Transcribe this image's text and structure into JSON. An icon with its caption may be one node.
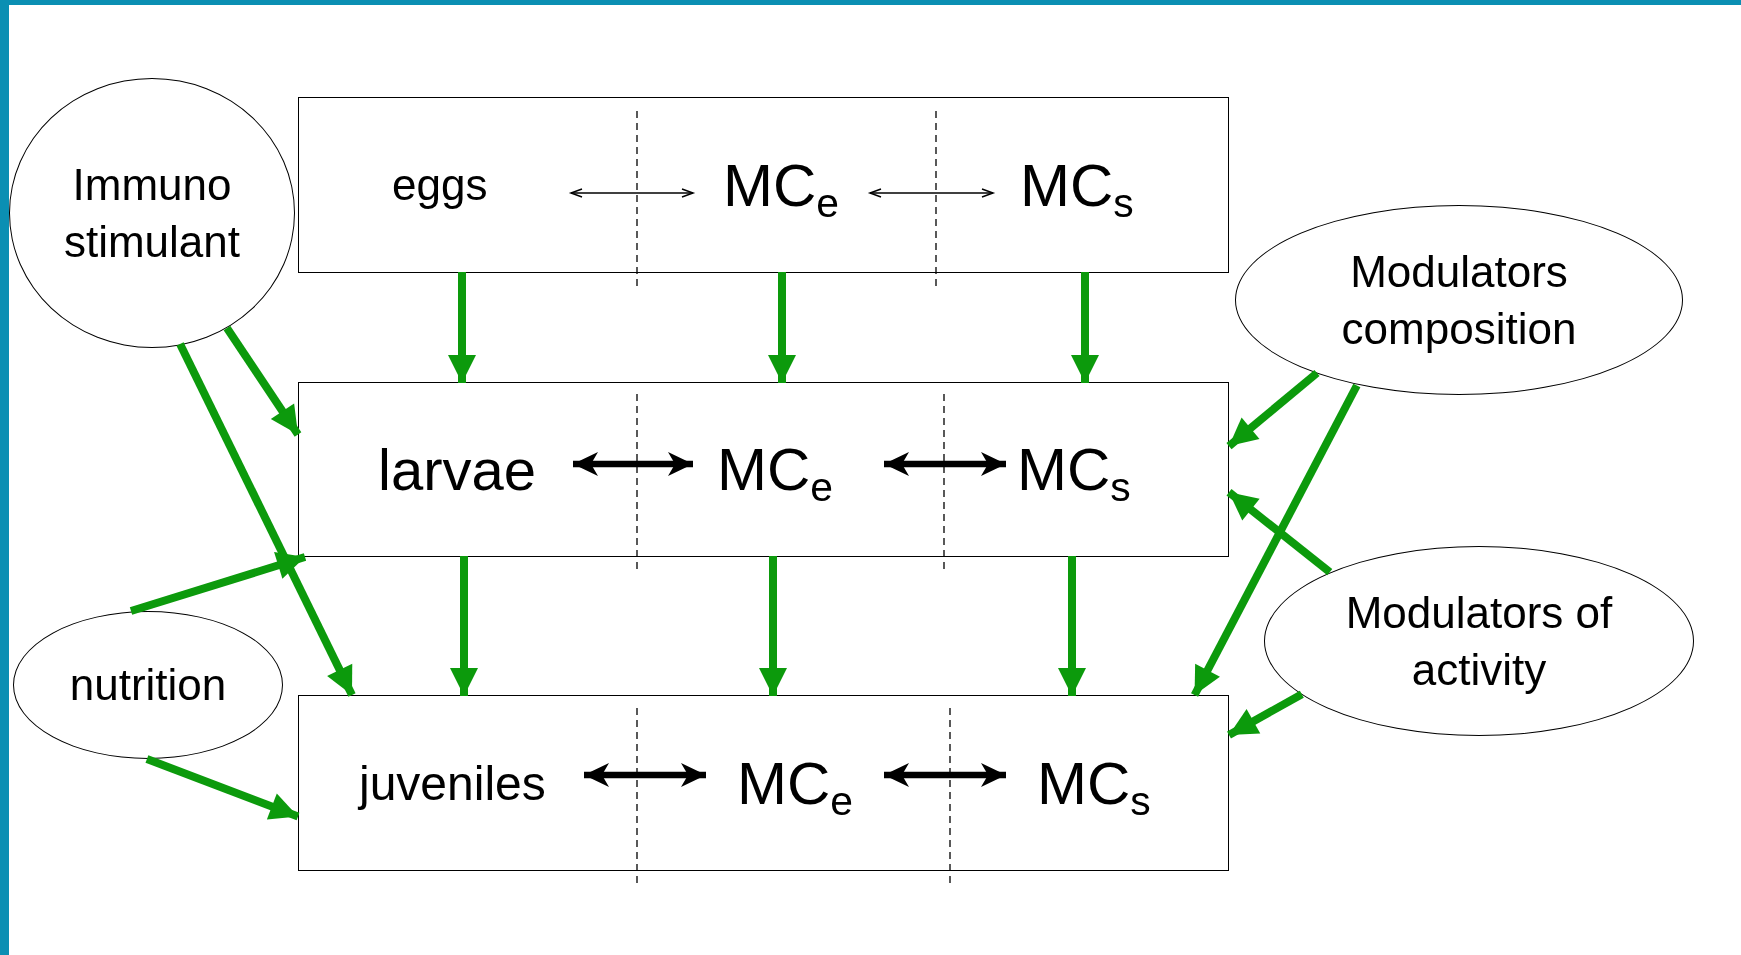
{
  "diagram": {
    "nodes": [
      {
        "text": [
          "Immuno stimulant"
        ]
      },
      {
        "text": [],
        "shape": "box"
      },
      {
        "text": [
          "eggs"
        ],
        "in": 1
      },
      {
        "text": [
          "MC$_{e}$"
        ],
        "in": 1
      },
      {
        "text": [
          "MC$_{s}$"
        ],
        "in": 1
      },
      {
        "text": [
          "Modulators composition"
        ]
      },
      {
        "text": [],
        "shape": "box"
      },
      {
        "text": [
          "larvae"
        ],
        "in": 6
      },
      {
        "text": [
          "MC$_{e}$"
        ],
        "in": 6
      },
      {
        "text": [
          "MC$_{s}$"
        ],
        "in": 6
      },
      {
        "text": [
          "Modulators of activity"
        ]
      },
      {
        "text": [
          "nutrition"
        ]
      },
      {
        "text": [],
        "shape": "box"
      },
      {
        "text": [
          "juveniles"
        ],
        "in": 12
      },
      {
        "text": [
          "MC$_{e}$"
        ],
        "in": 12
      },
      {
        "text": [
          "MC$_{s}$"
        ],
        "in": 12
      }
    ],
    "edges": [
      {
        "from": 2,
        "to": 3,
        "arrow": "both",
        "color": "#000000"
      },
      {
        "from": 3,
        "to": 4,
        "arrow": "both",
        "color": "#000000"
      },
      {
        "from": 2,
        "to": 7,
        "arrow": "to"
      },
      {
        "from": 3,
        "to": 8,
        "arrow": "to"
      },
      {
        "from": 4,
        "to": 9,
        "arrow": "to"
      },
      {
        "from": 7,
        "to": 8,
        "arrow": "both",
        "color": "#000000"
      },
      {
        "from": 8,
        "to": 9,
        "arrow": "both",
        "color": "#000000"
      },
      {
        "from": 7,
        "to": 13,
        "arrow": "to"
      },
      {
        "from": 8,
        "to": 14,
        "arrow": "to"
      },
      {
        "from": 9,
        "to": 15,
        "arrow": "to"
      },
      {
        "from": 13,
        "to": 14,
        "arrow": "both",
        "color": "#000000"
      },
      {
        "from": 14,
        "to": 15,
        "arrow": "both",
        "color": "#000000"
      },
      {
        "from": 0,
        "to": 6,
        "arrow": "to"
      },
      {
        "from": 0,
        "to": 12,
        "arrow": "to"
      },
      {
        "from": 11,
        "to": 6,
        "arrow": "to"
      },
      {
        "from": 11,
        "to": 12,
        "arrow": "to"
      },
      {
        "from": 5,
        "to": 6,
        "arrow": "to"
      },
      {
        "from": 5,
        "to": 12,
        "arrow": "to"
      },
      {
        "from": 10,
        "to": 6,
        "arrow": "to"
      },
      {
        "from": 10,
        "to": 12,
        "arrow": "to"
      }
    ]
  }
}
